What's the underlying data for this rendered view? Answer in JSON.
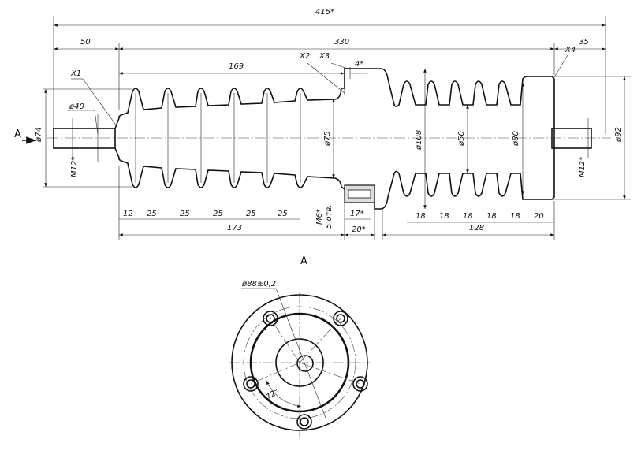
{
  "title_view": "A",
  "arrow_label": "A",
  "dims": {
    "overall": "415*",
    "left": "50",
    "middle": "330",
    "right": "35",
    "d169": "169",
    "d4": "4*",
    "x1": "X1",
    "x2": "X2",
    "x3": "X3",
    "x4": "X4",
    "d74": "ø74",
    "d40": "ø40",
    "m12_left": "M12*",
    "d75": "ø75",
    "d108": "ø108",
    "d50": "ø50",
    "d80": "ø80",
    "d92": "ø92",
    "m12_right": "M12*",
    "m6": "M6*",
    "holes": "5 отв.",
    "d17": "17*",
    "d20s": "20*",
    "d173": "173",
    "d128": "128",
    "pitch_left": [
      "12",
      "25",
      "25",
      "25",
      "25",
      "25"
    ],
    "pitch_right": [
      "18",
      "18",
      "18",
      "18",
      "18",
      "20"
    ],
    "d88": "ø88±0,2",
    "angle": "72°"
  }
}
